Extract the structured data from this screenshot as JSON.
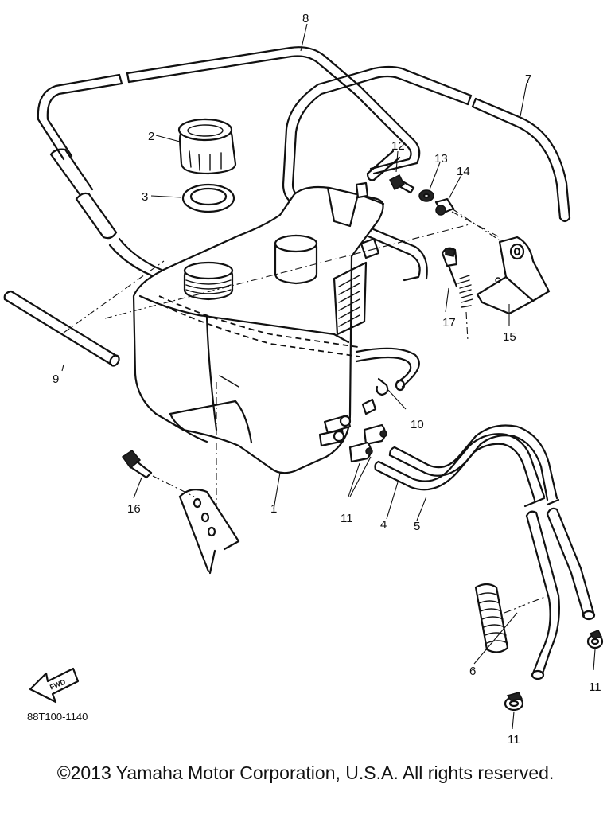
{
  "diagram": {
    "part_code": "88T100-1140",
    "fwd_label": "FWD",
    "callouts": {
      "c1": "1",
      "c2": "2",
      "c3": "3",
      "c4": "4",
      "c5": "5",
      "c6": "6",
      "c7": "7",
      "c8": "8",
      "c9": "9",
      "c10": "10",
      "c11a": "11",
      "c11b": "11",
      "c11c": "11",
      "c12": "12",
      "c13": "13",
      "c14": "14",
      "c15": "15",
      "c16": "16",
      "c17": "17"
    }
  },
  "footer": {
    "copyright": "©2013 Yamaha Motor Corporation, U.S.A. All rights reserved."
  }
}
